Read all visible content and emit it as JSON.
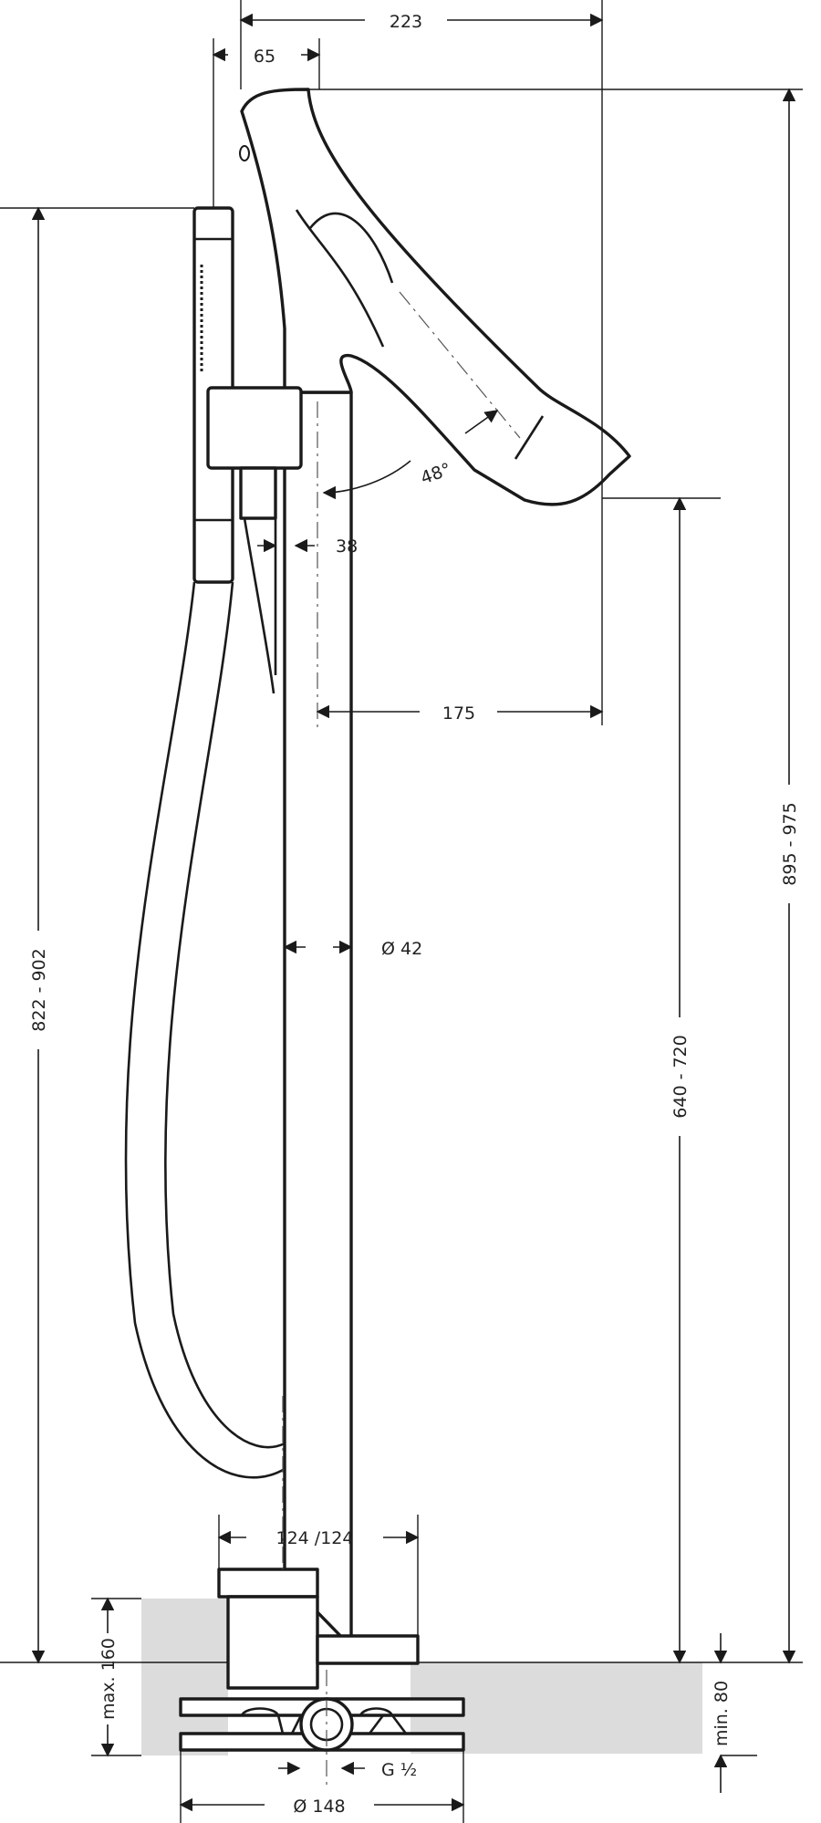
{
  "dimensions": {
    "spout_reach_total": "223",
    "handshower_offset": "65",
    "overall_height": "895 - 975",
    "handshower_height": "822 - 902",
    "spout_outlet_height": "640 - 720",
    "spout_angle": "48°",
    "holder_width": "38",
    "spout_projection": "175",
    "column_diameter": "Ø 42",
    "base_widths": "124  /124",
    "install_max": "max. 160",
    "install_min": "min. 80",
    "connection_thread": "G ½",
    "base_diameter": "Ø 148"
  },
  "colors": {
    "line": "#1a1a1a",
    "floor_fill": "#dcdcdc",
    "background": "#ffffff"
  }
}
